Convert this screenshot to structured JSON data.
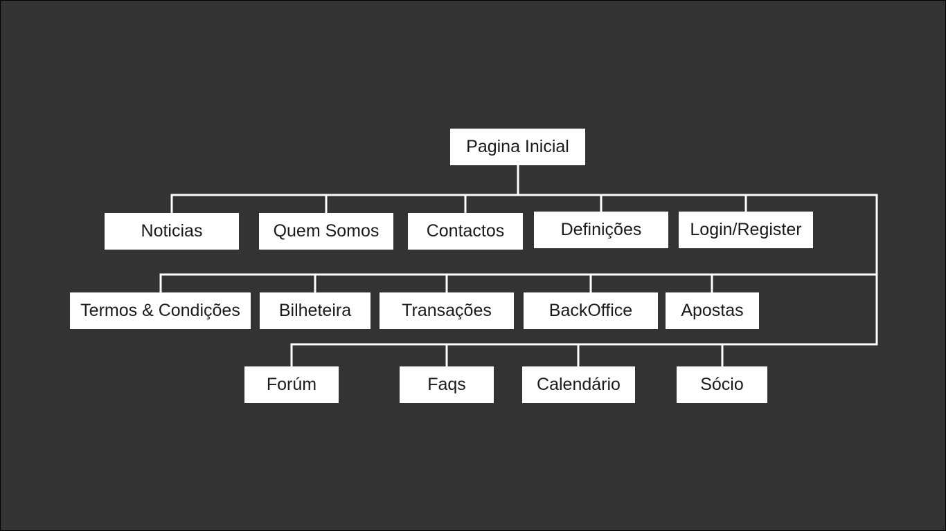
{
  "diagram": {
    "root": "Pagina Inicial",
    "row1": [
      "Noticias",
      "Quem Somos",
      "Contactos",
      "Definições",
      "Login/Register"
    ],
    "row2": [
      "Termos & Condições",
      "Bilheteira",
      "Transações",
      "BackOffice",
      "Apostas"
    ],
    "row3": [
      "Forúm",
      "Faqs",
      "Calendário",
      "Sócio"
    ]
  },
  "colors": {
    "background": "#333333",
    "box": "#ffffff",
    "connector": "#ffffff",
    "text": "#1a1a1a"
  }
}
